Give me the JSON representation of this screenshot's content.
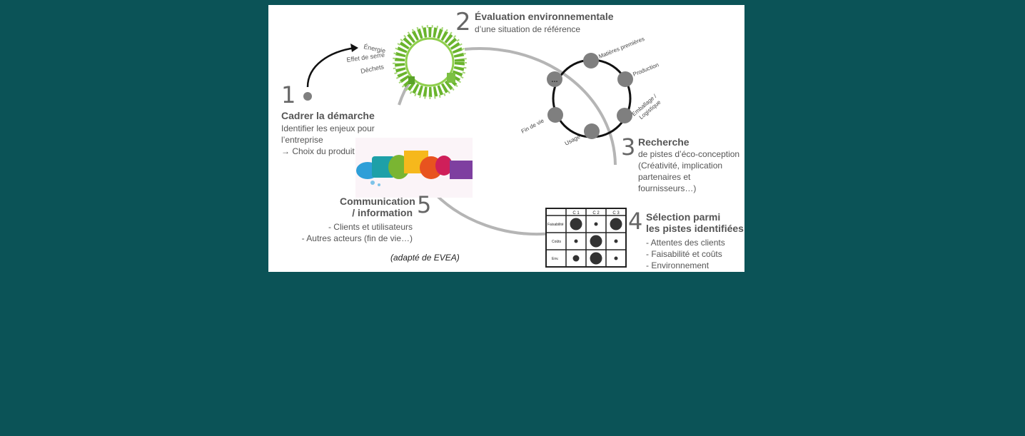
{
  "step1": {
    "number": "1",
    "title": "Cadrer la démarche",
    "lines": [
      "Identifier les enjeux pour",
      "l’entreprise",
      "→ Choix du produit"
    ],
    "labels": [
      "Énergie",
      "Effet de serre",
      "Déchets",
      "..."
    ]
  },
  "step2": {
    "number": "2",
    "title": "Évaluation environnementale",
    "subtitle": "d’une situation de référence"
  },
  "step3": {
    "number": "3",
    "title": "Recherche",
    "lines": [
      "de pistes d’éco-conception",
      "(Créativité, implication",
      "partenaires et",
      "fournisseurs…)"
    ]
  },
  "lifecycle": {
    "nodes": [
      "Matières premières",
      "Production",
      "Emballage / Logistique",
      "Usage",
      "Fin de vie",
      "..."
    ]
  },
  "step4": {
    "number": "4",
    "title_lines": [
      "Sélection parmi",
      "les pistes identifiées"
    ],
    "lines": [
      "- Attentes des clients",
      "- Faisabilité et coûts",
      "- Environnement"
    ],
    "matrix": {
      "columns": [
        "C 1",
        "C 2",
        "C 3"
      ],
      "rows": [
        "Faisabilité",
        "Coûts",
        "Env."
      ],
      "levels": [
        [
          2,
          1,
          2
        ],
        [
          1,
          2,
          1
        ],
        [
          1,
          2,
          1
        ]
      ]
    }
  },
  "step5": {
    "number": "5",
    "title_lines": [
      "Communication",
      "/ information"
    ],
    "lines": [
      "- Clients et utilisateurs",
      "- Autres acteurs (fin de vie…)"
    ]
  },
  "caption": "(adapté de EVEA)",
  "colors": {
    "background": "#0b5357",
    "arc": "#b0b0b0",
    "node": "#7f7f7f",
    "green": "#6ab42d"
  }
}
